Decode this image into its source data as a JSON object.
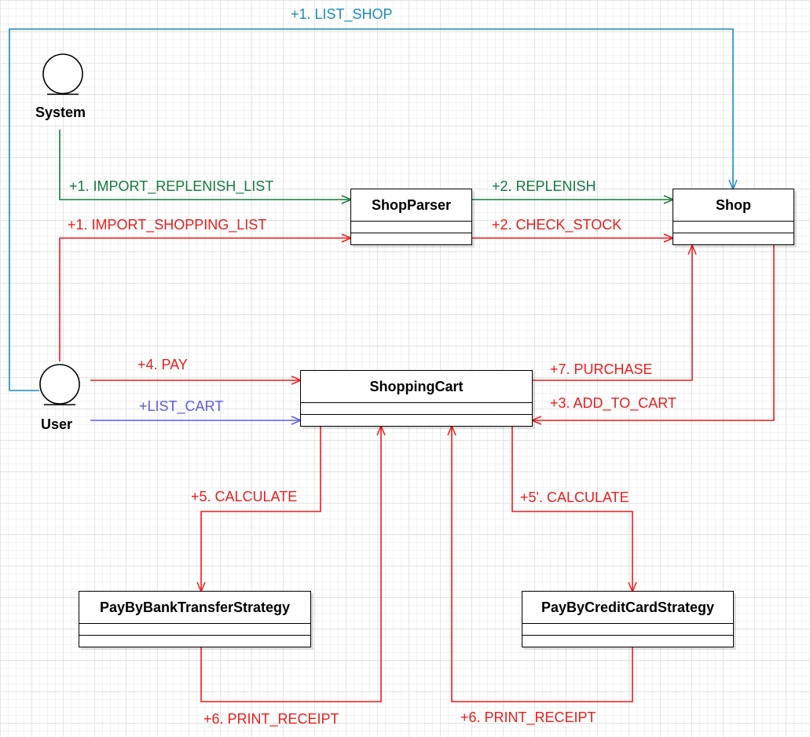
{
  "colors": {
    "red": "#ee1c1c",
    "green": "#157a3f",
    "blue": "#1b8ac4",
    "purple": "#5b5bee",
    "box_border": "#000000"
  },
  "actors": {
    "system": "System",
    "user": "User"
  },
  "classes": {
    "shop_parser": "ShopParser",
    "shop": "Shop",
    "shopping_cart": "ShoppingCart",
    "bank_transfer": "PayByBankTransferStrategy",
    "credit_card": "PayByCreditCardStrategy"
  },
  "messages": {
    "list_shop": "+1. LIST_SHOP",
    "import_replenish_list": "+1. IMPORT_REPLENISH_LIST",
    "replenish": "+2. REPLENISH",
    "import_shopping_list": "+1. IMPORT_SHOPPING_LIST",
    "check_stock": "+2. CHECK_STOCK",
    "pay": "+4. PAY",
    "list_cart": "+LIST_CART",
    "purchase": "+7. PURCHASE",
    "add_to_cart": "+3. ADD_TO_CART",
    "calculate": "+5. CALCULATE",
    "calculate_alt": "+5'. CALCULATE",
    "print_receipt_bank": "+6. PRINT_RECEIPT",
    "print_receipt_card": "+6. PRINT_RECEIPT"
  }
}
